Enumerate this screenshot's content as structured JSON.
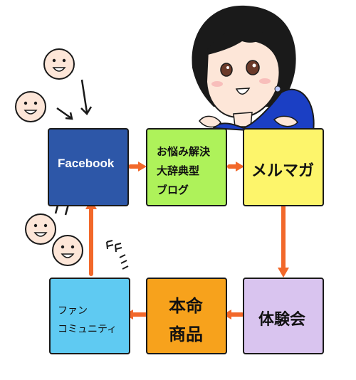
{
  "nodes": {
    "facebook": {
      "label": "Facebook",
      "color": "#2d57a8"
    },
    "blog": {
      "lines": [
        "お悩み解決",
        "大辞典型",
        "ブログ"
      ],
      "color": "#aef25a"
    },
    "mailmag": {
      "label": "メルマガ",
      "color": "#fdf56b"
    },
    "experience": {
      "label": "体験会",
      "color": "#d9c4ef"
    },
    "main_product": {
      "lines": [
        "本命",
        "商品"
      ],
      "color": "#f7a21c"
    },
    "fan_community": {
      "lines": [
        "ファン",
        "コミュニティ"
      ],
      "color": "#5fcaf2"
    }
  },
  "arrow_color": "#f2682a",
  "decor": {
    "sparkle_text": "ﾛﾛ ﾐ"
  }
}
